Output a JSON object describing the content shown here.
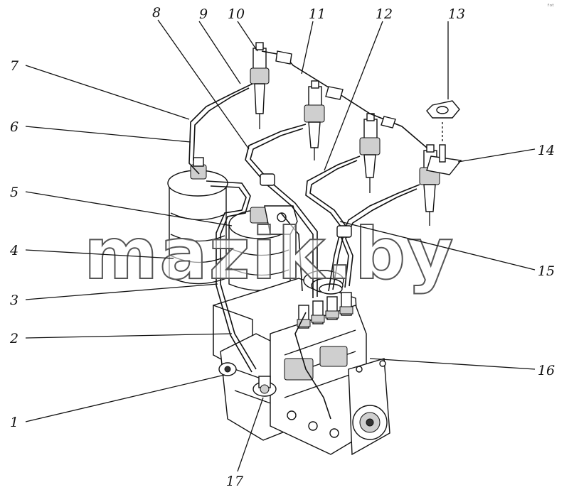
{
  "corner_mark": "ᶠᵒᵗ",
  "watermark": "mazik.by",
  "callouts": [
    {
      "id": "c1",
      "label": "1"
    },
    {
      "id": "c2",
      "label": "2"
    },
    {
      "id": "c3",
      "label": "3"
    },
    {
      "id": "c4",
      "label": "4"
    },
    {
      "id": "c5",
      "label": "5"
    },
    {
      "id": "c6",
      "label": "6"
    },
    {
      "id": "c7",
      "label": "7"
    },
    {
      "id": "c8",
      "label": "8"
    },
    {
      "id": "c9",
      "label": "9"
    },
    {
      "id": "c10",
      "label": "10"
    },
    {
      "id": "c11",
      "label": "11"
    },
    {
      "id": "c12",
      "label": "12"
    },
    {
      "id": "c13",
      "label": "13"
    },
    {
      "id": "c14",
      "label": "14"
    },
    {
      "id": "c15",
      "label": "15"
    },
    {
      "id": "c16",
      "label": "16"
    },
    {
      "id": "c17",
      "label": "17"
    }
  ]
}
